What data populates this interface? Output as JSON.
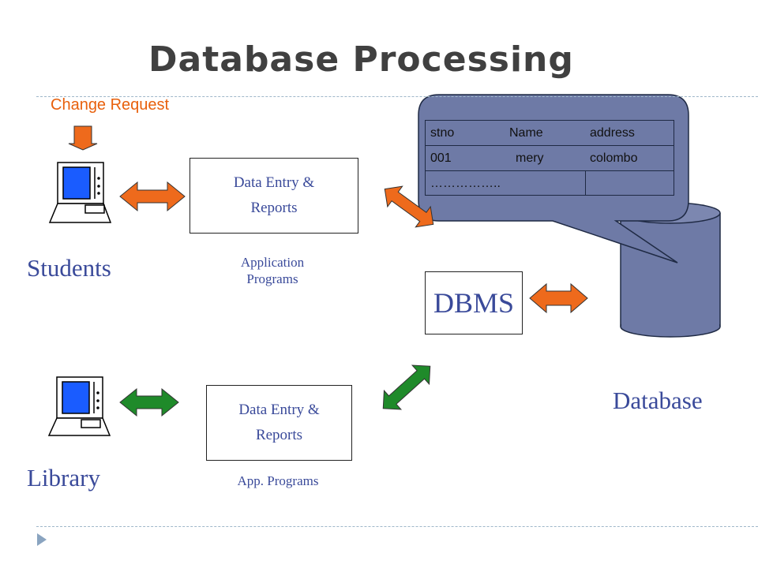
{
  "title": "Database Processing",
  "change_request": "Change Request",
  "students": {
    "label": "Students",
    "box_line1": "Data Entry &",
    "box_line2": "Reports",
    "caption_line1": "Application",
    "caption_line2": "Programs"
  },
  "library": {
    "label": "Library",
    "box_line1": "Data Entry &",
    "box_line2": "Reports",
    "caption": "App. Programs"
  },
  "dbms_label": "DBMS",
  "database_label": "Database",
  "db_table": {
    "columns": [
      "stno",
      "Name",
      "address"
    ],
    "rows": [
      [
        "001",
        "mery",
        "colombo"
      ],
      [
        "……………..",
        "",
        ""
      ]
    ]
  },
  "colors": {
    "orange": "#ee6a1c",
    "green": "#1f8a2a",
    "callout": "#6e7aa6",
    "text_blue": "#3a4a9a"
  }
}
